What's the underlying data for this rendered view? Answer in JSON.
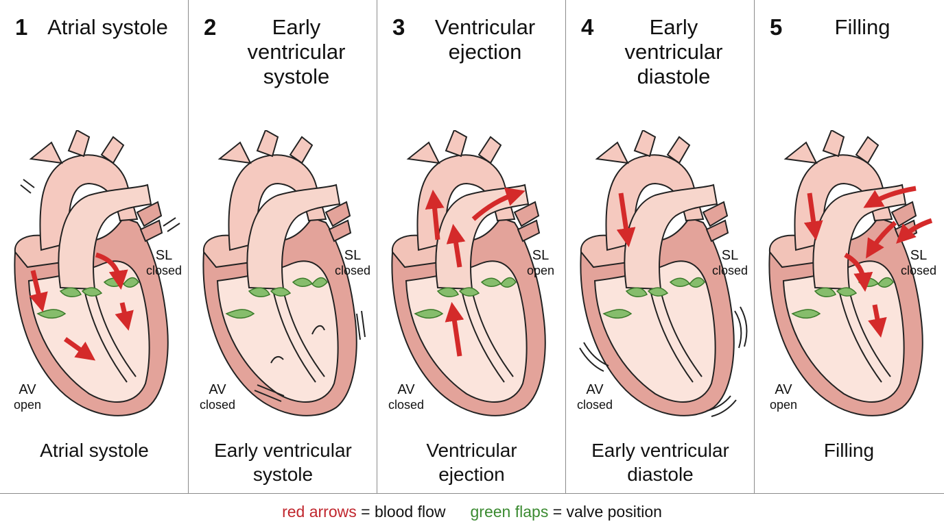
{
  "panels": [
    {
      "number": "1",
      "title": "Atrial systole",
      "av_label": "AV",
      "av_state": "open",
      "sl_label": "SL",
      "sl_state": "closed",
      "caption": "Atrial systole"
    },
    {
      "number": "2",
      "title": "Early\nventricular\nsystole",
      "av_label": "AV",
      "av_state": "closed",
      "sl_label": "SL",
      "sl_state": "closed",
      "caption": "Early ventricular\nsystole"
    },
    {
      "number": "3",
      "title": "Ventricular\nejection",
      "av_label": "AV",
      "av_state": "closed",
      "sl_label": "SL",
      "sl_state": "open",
      "caption": "Ventricular\nejection"
    },
    {
      "number": "4",
      "title": "Early\nventricular\ndiastole",
      "av_label": "AV",
      "av_state": "closed",
      "sl_label": "SL",
      "sl_state": "closed",
      "caption": "Early ventricular\ndiastole"
    },
    {
      "number": "5",
      "title": "Filling",
      "av_label": "AV",
      "av_state": "open",
      "sl_label": "SL",
      "sl_state": "closed",
      "caption": "Filling"
    }
  ],
  "legend": {
    "red_term": "red arrows",
    "red_rest": " = blood flow",
    "green_term": "green flaps",
    "green_rest": " = valve position"
  },
  "colors": {
    "arrow_red": "#d42a2a",
    "flap_green": "#86bd6c",
    "heart_wall": "#e3a39a",
    "heart_inner": "#fbe4dc",
    "outline": "#222222"
  }
}
